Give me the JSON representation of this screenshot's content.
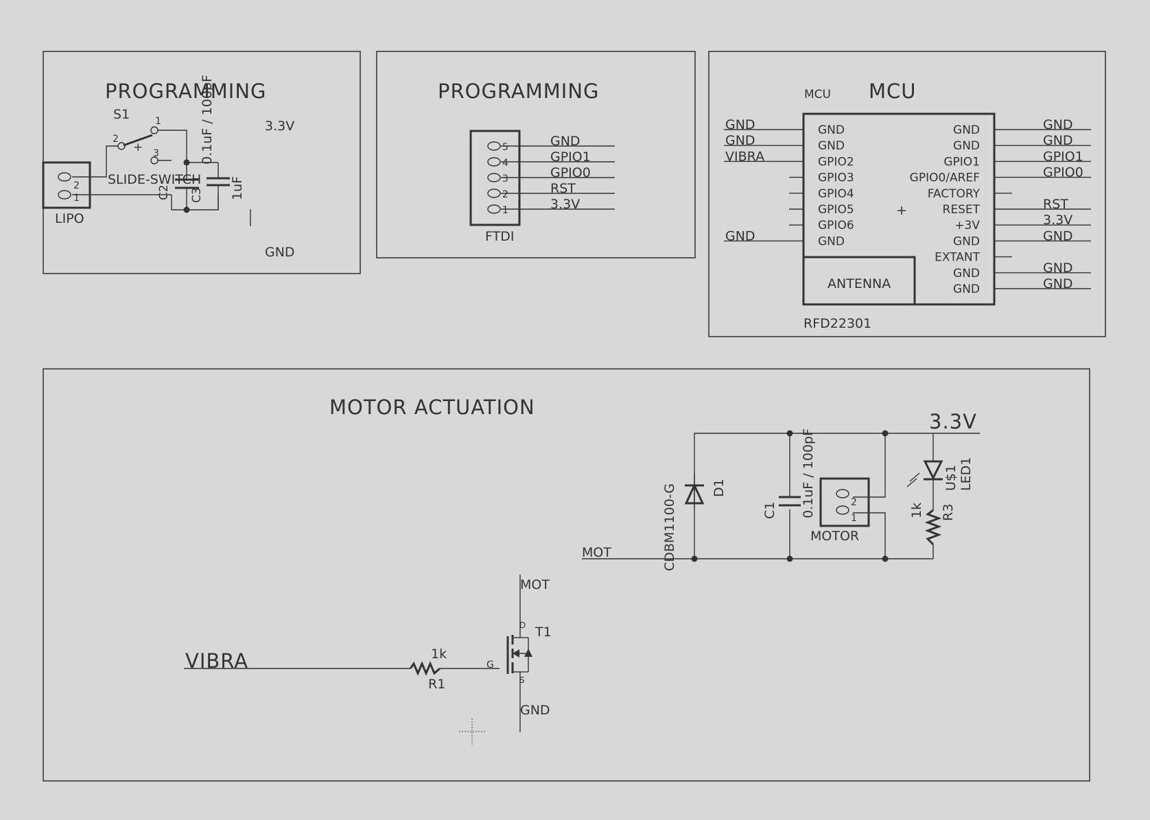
{
  "sheet_programming_power": {
    "title": "PROGRAMMING",
    "switch_ref": "S1",
    "switch_value": "SLIDE-SWITCH",
    "switch_pins": [
      "1",
      "2",
      "3",
      "+"
    ],
    "cap_value_vertical": "0.1uF / 100pF",
    "cap_ref": "C2",
    "cap_ref2": "C3",
    "cap_value_bulk": "1uF",
    "supply_label": "3.3V",
    "gnd_label": "GND",
    "connector_ref": "LIPO",
    "connector_pins": [
      "2",
      "1"
    ]
  },
  "sheet_programming_ftdi": {
    "title": "PROGRAMMING",
    "connector_ref": "FTDI",
    "pins": [
      {
        "num": "5",
        "net": "GND"
      },
      {
        "num": "4",
        "net": "GPIO1"
      },
      {
        "num": "3",
        "net": "GPIO0"
      },
      {
        "num": "2",
        "net": "RST"
      },
      {
        "num": "1",
        "net": "3.3V"
      }
    ]
  },
  "sheet_mcu": {
    "title": "MCU",
    "part_name": "MCU",
    "part_value": "RFD22301",
    "antenna_label": "ANTENNA",
    "center_mark": "+",
    "left_pins": [
      "GND",
      "GND",
      "GPIO2",
      "GPIO3",
      "GPIO4",
      "GPIO5",
      "GPIO6",
      "GND"
    ],
    "right_pins": [
      "GND",
      "GND",
      "GPIO1",
      "GPIO0/AREF",
      "FACTORY",
      "RESET",
      "+3V",
      "GND",
      "EXTANT",
      "GND",
      "GND"
    ],
    "left_nets": [
      "GND",
      "GND",
      "VIBRA",
      "",
      "",
      "",
      "",
      "GND"
    ],
    "right_nets": [
      "GND",
      "GND",
      "GPIO1",
      "GPIO0",
      "",
      "RST",
      "3.3V",
      "GND",
      "",
      "GND",
      "GND"
    ]
  },
  "sheet_motor": {
    "title": "MOTOR ACTUATION",
    "supply_label": "3.3V",
    "mot_label": "MOT",
    "diode_ref": "D1",
    "diode_value": "CDBM1100-G",
    "cap_ref": "C1",
    "cap_value": "0.1uF / 100pF",
    "motor_ref": "MOTOR",
    "motor_pins": [
      "2",
      "1"
    ],
    "led_ref": "LED1",
    "led_name": "U$1",
    "res_led_ref": "R3",
    "res_led_value": "1k",
    "vibra_label": "VIBRA",
    "res_gate_ref": "R1",
    "res_gate_value": "1k",
    "fet_ref": "T1",
    "fet_pin_d": "D",
    "fet_pin_g": "G",
    "fet_pin_s": "S",
    "fet_mot_label": "MOT",
    "fet_gnd_label": "GND"
  }
}
